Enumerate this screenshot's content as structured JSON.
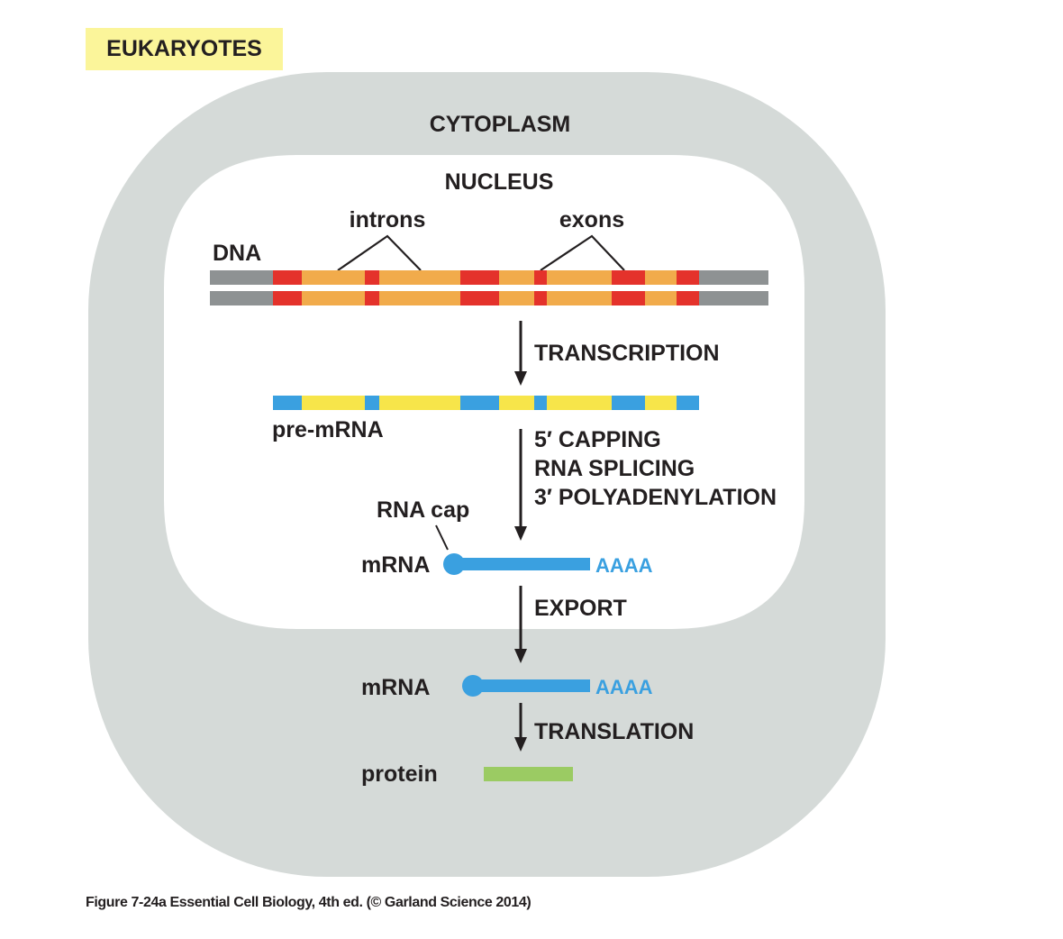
{
  "title": "EUKARYOTES",
  "compartments": {
    "cytoplasm": "CYTOPLASM",
    "nucleus": "NUCLEUS"
  },
  "dna": {
    "label": "DNA",
    "introns_label": "introns",
    "exons_label": "exons"
  },
  "steps": {
    "transcription": "TRANSCRIPTION",
    "processing": [
      "5′ CAPPING",
      "RNA SPLICING",
      "3′ POLYADENYLATION"
    ],
    "export": "EXPORT",
    "translation": "TRANSLATION"
  },
  "molecules": {
    "pre_mrna": "pre-mRNA",
    "rna_cap": "RNA cap",
    "mrna_nucleus": "mRNA",
    "mrna_cytoplasm": "mRNA",
    "poly_a_nucleus": "AAAA",
    "poly_a_cytoplasm": "AAAA",
    "protein": "protein"
  },
  "colors": {
    "cytoplasm": "#d5dad8",
    "nucleus": "#ffffff",
    "dna_flank": "#8e9293",
    "dna_exon": "#e4322b",
    "dna_intron": "#f1ab4b",
    "rna_exon": "#3aa0e0",
    "rna_intron": "#f7e54a",
    "mrna": "#3aa0e0",
    "protein": "#9bcb63",
    "title_bg": "#fbf59a"
  },
  "caption": "Figure 7-24a  Essential Cell Biology, 4th ed. (© Garland Science 2014)"
}
